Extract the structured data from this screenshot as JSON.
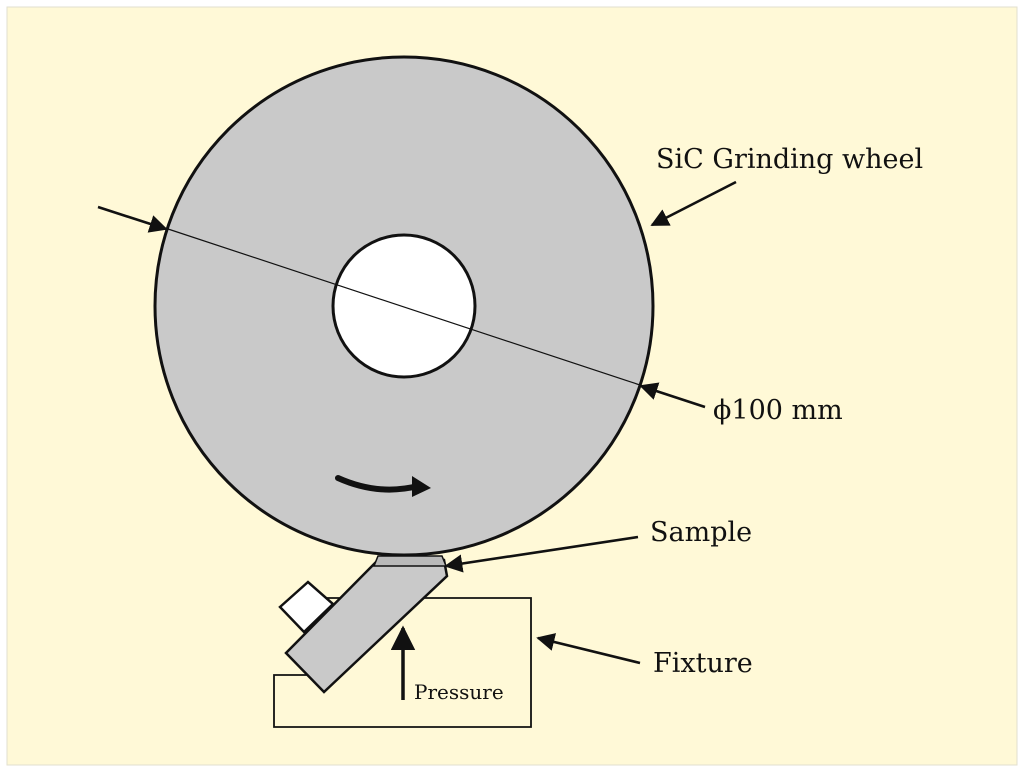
{
  "colors": {
    "background": "#fff9d7",
    "border": "#e2dfcf",
    "wheel_fill": "#c9c9c9",
    "hole_fill": "#ffffff",
    "stroke": "#111111",
    "fixture_fill": "#fff9d7",
    "sample_holder_fill": "#c9c9c9"
  },
  "labels": {
    "wheel": "SiC Grinding wheel",
    "diameter": "ϕ100 mm",
    "sample": "Sample",
    "fixture": "Fixture",
    "pressure": "Pressure"
  },
  "icons": {
    "rotation": "curved-arrow-icon",
    "pointers": "arrow-icon"
  }
}
